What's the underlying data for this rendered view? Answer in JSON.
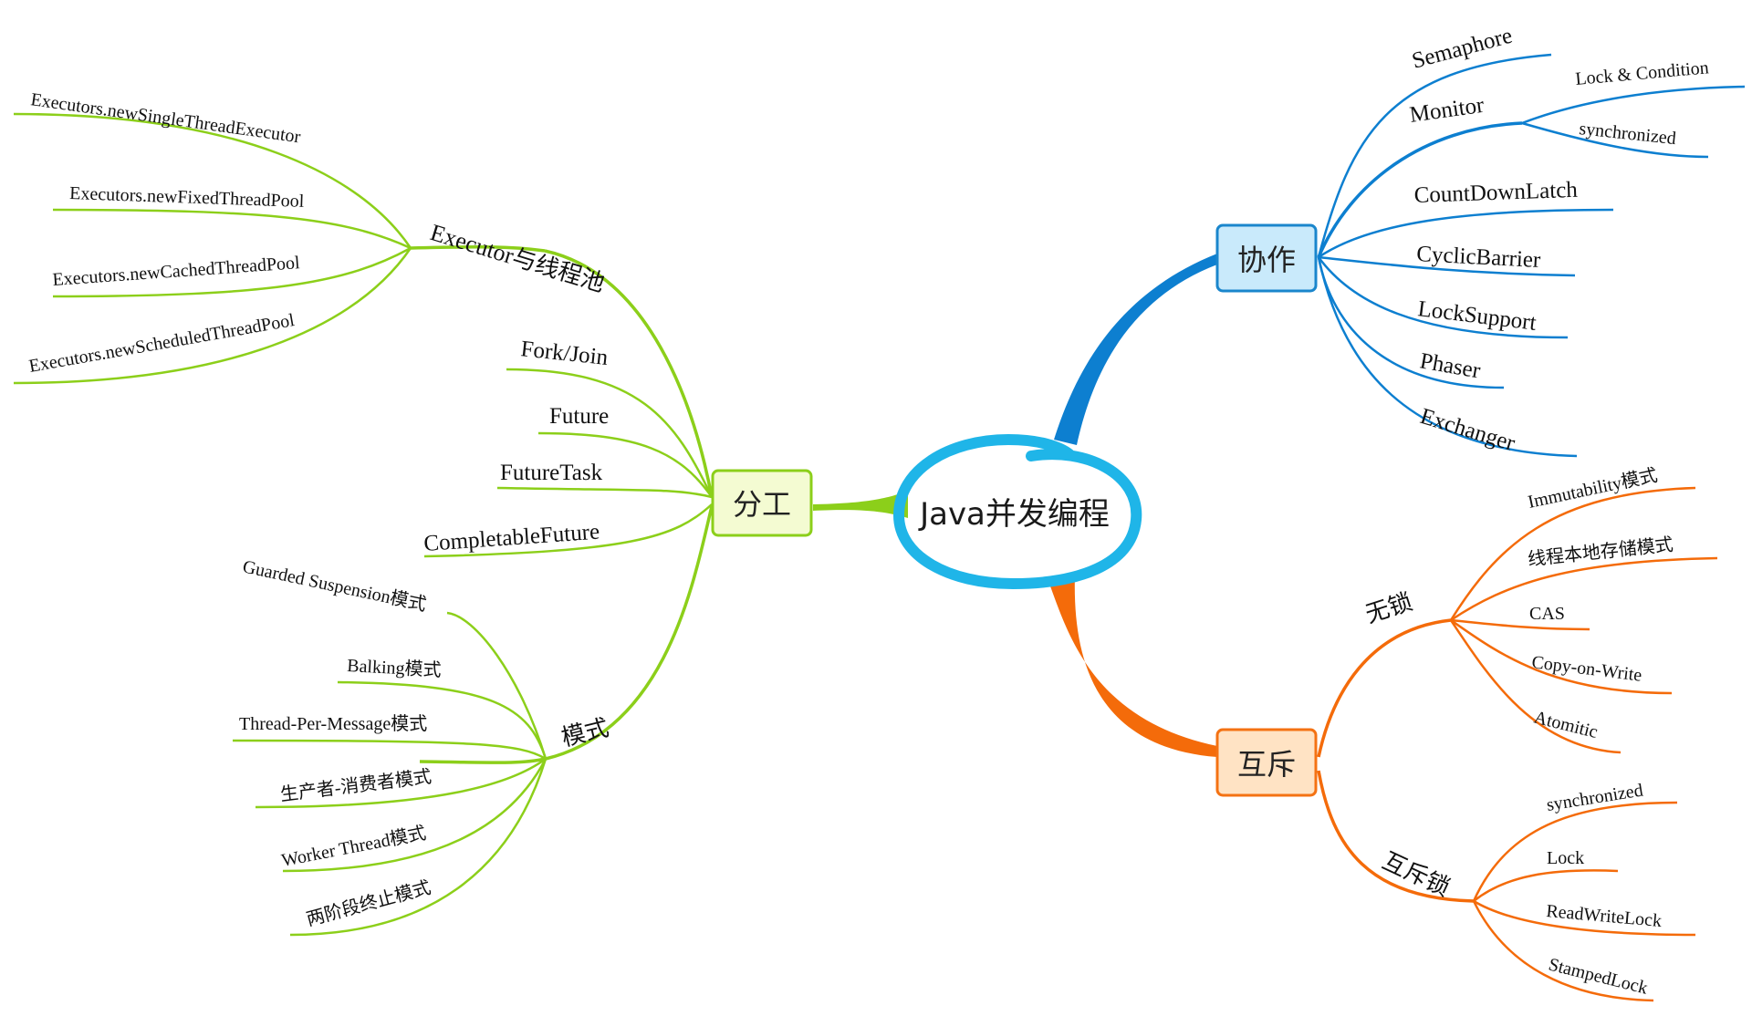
{
  "center": {
    "label": "Java并发编程",
    "ring_color": "#1fb5e8"
  },
  "hubs": {
    "division": {
      "label": "分工",
      "color": "#8ccf1a",
      "fill": "#f4fbd2"
    },
    "cooperation": {
      "label": "协作",
      "color": "#1a86cc",
      "fill": "#c9eafb"
    },
    "mutex": {
      "label": "互斥",
      "color": "#f47213",
      "fill": "#ffe3c4"
    }
  },
  "division": {
    "executor": {
      "label": "Executor与线程池",
      "items": [
        "Executors.newSingleThreadExecutor",
        "Executors.newFixedThreadPool",
        "Executors.newCachedThreadPool",
        "Executors.newScheduledThreadPool"
      ]
    },
    "direct": [
      "Fork/Join",
      "Future",
      "FutureTask",
      "CompletableFuture"
    ],
    "patterns": {
      "label": "模式",
      "items": [
        "Guarded Suspension模式",
        "Balking模式",
        "Thread-Per-Message模式",
        "生产者-消费者模式",
        "Worker Thread模式",
        "两阶段终止模式"
      ]
    }
  },
  "cooperation": {
    "semaphore": "Semaphore",
    "monitor": {
      "label": "Monitor",
      "items": [
        "Lock & Condition",
        "synchronized"
      ]
    },
    "others": [
      "CountDownLatch",
      "CyclicBarrier",
      "LockSupport",
      "Phaser",
      "Exchanger"
    ]
  },
  "mutex": {
    "lockfree": {
      "label": "无锁",
      "items": [
        "Immutability模式",
        "线程本地存储模式",
        "CAS",
        "Copy-on-Write",
        "Atomitic"
      ]
    },
    "locks": {
      "label": "互斥锁",
      "items": [
        "synchronized",
        "Lock",
        "ReadWriteLock",
        "StampedLock"
      ]
    }
  }
}
